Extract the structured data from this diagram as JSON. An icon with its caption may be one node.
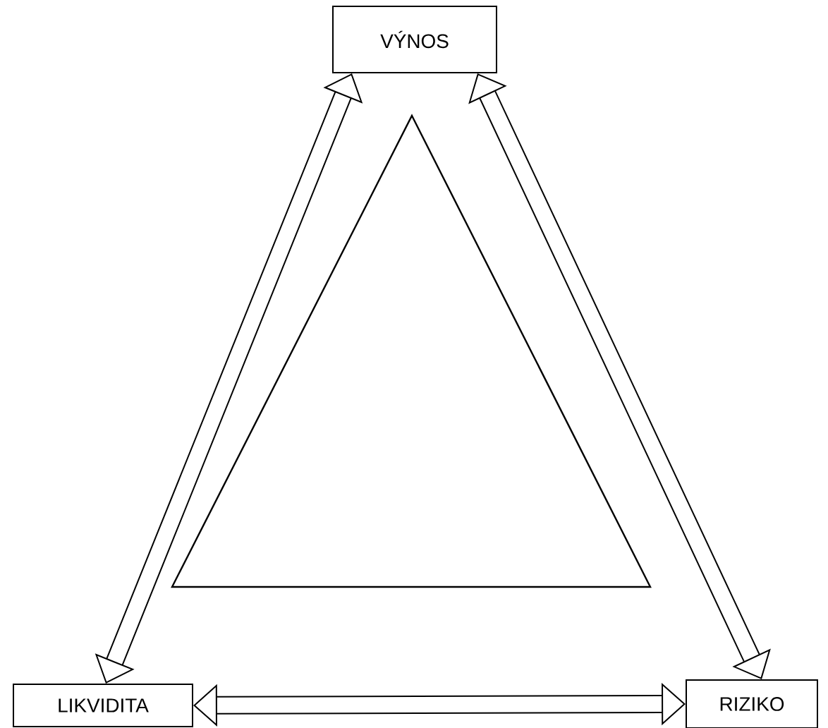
{
  "diagram": {
    "nodes": [
      {
        "text": [
          "VÝNOS"
        ]
      },
      {
        "text": [
          "LIKVIDITA"
        ]
      },
      {
        "text": [
          "RIZIKO"
        ]
      }
    ],
    "edges": [
      {
        "from": 0,
        "to": 1,
        "arrow": "both"
      },
      {
        "from": 0,
        "to": 2,
        "arrow": "both"
      },
      {
        "from": 1,
        "to": 2,
        "arrow": "both"
      }
    ]
  }
}
